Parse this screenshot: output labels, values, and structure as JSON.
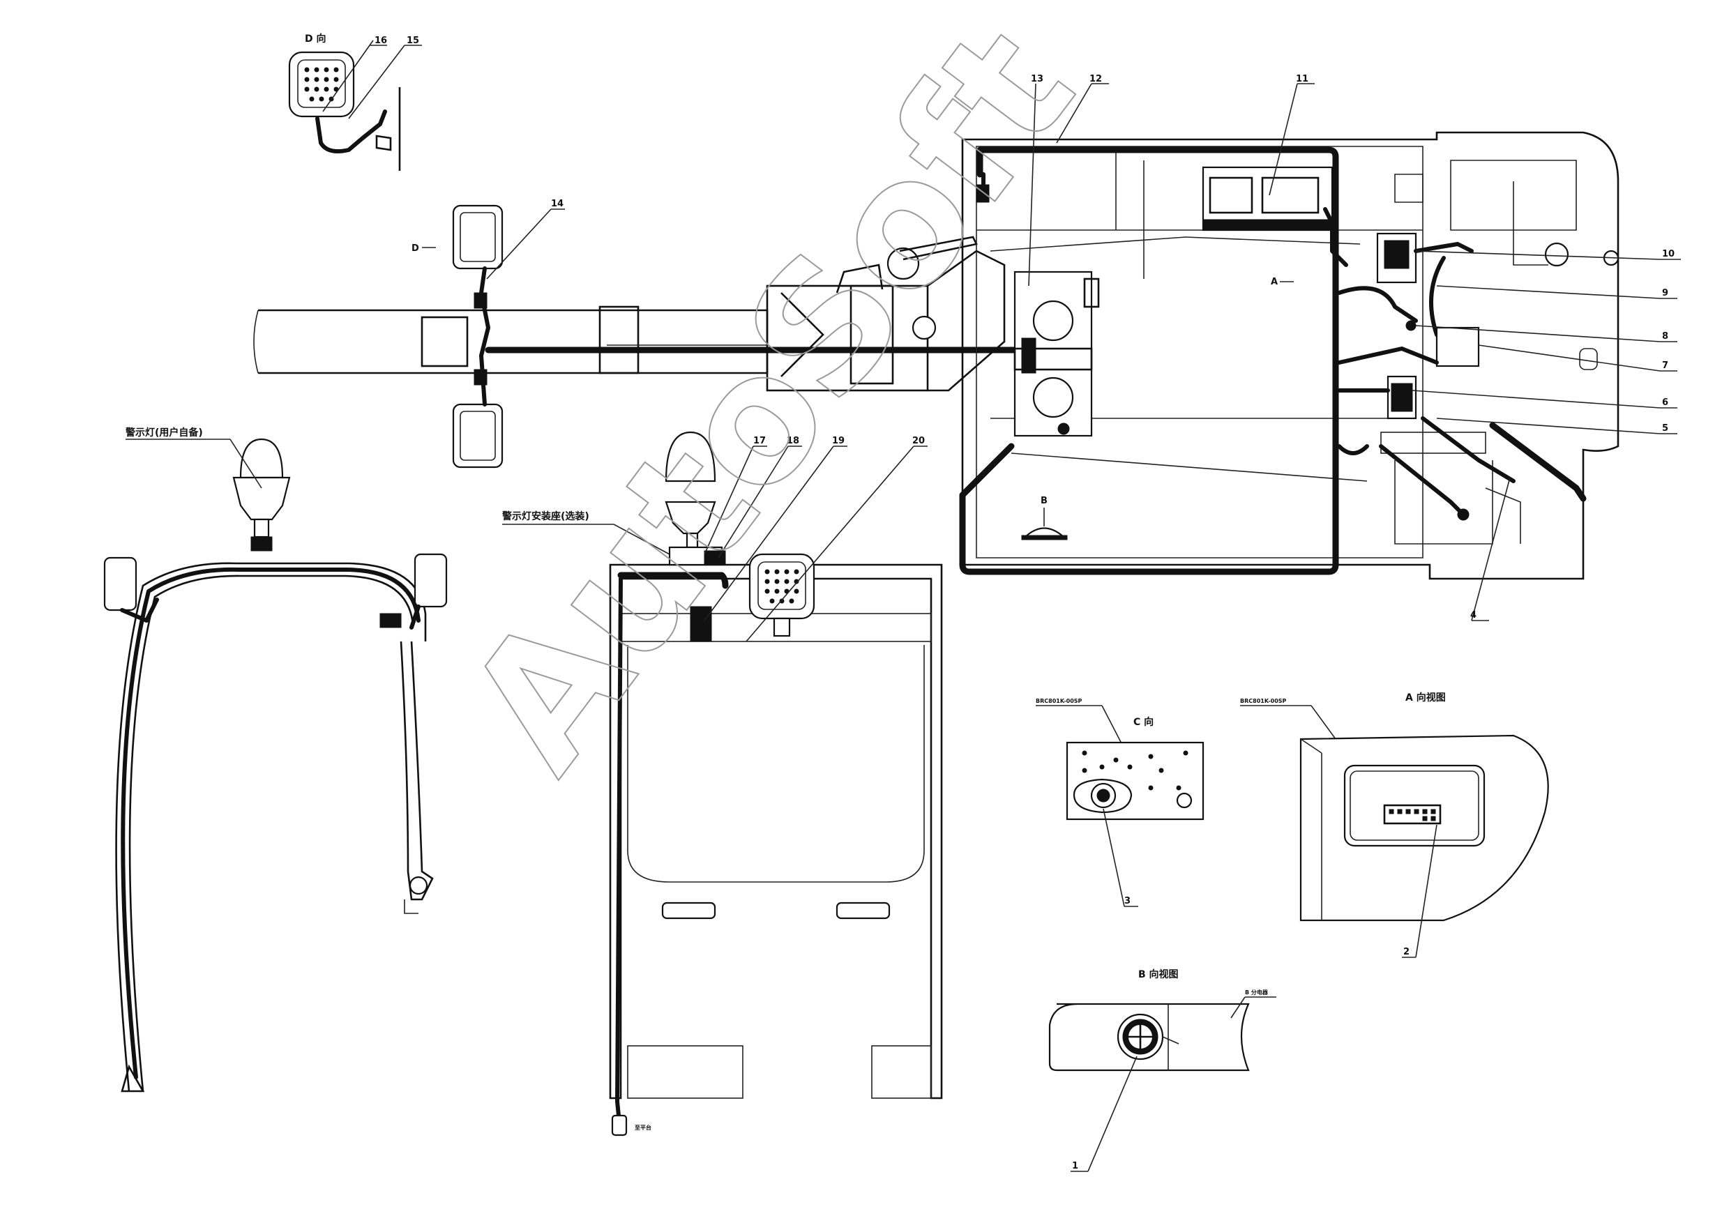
{
  "callouts": [
    "1",
    "2",
    "3",
    "4",
    "5",
    "6",
    "7",
    "8",
    "9",
    "10",
    "11",
    "12",
    "13",
    "14",
    "15",
    "16",
    "17",
    "18",
    "19",
    "20"
  ],
  "views": {
    "d_view": "D 向",
    "d_marker": "D",
    "a_marker": "A",
    "b_marker": "B",
    "c_view": "C 向",
    "a_view": "A 向视图",
    "b_view": "B 向视图"
  },
  "labels": {
    "warning_lamp_user": "警示灯(用户自备)",
    "warning_lamp_mount": "警示灯安装座(选装)",
    "part_ref_c": "BRC801K-00SP",
    "part_ref_a": "BRC801K-00SP",
    "b_detail_ref": "B 分电器",
    "small_tag_left": "至平台"
  },
  "watermark": "AutoSoft"
}
